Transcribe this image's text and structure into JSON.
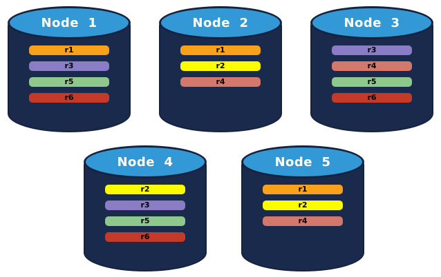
{
  "diagram": {
    "description": "Database nodes with replica distribution",
    "colors": {
      "cylinder_body": "#1A2A4C",
      "cylinder_top": "#3399D6",
      "cylinder_outline": "#15223E",
      "node_label_text": "#FFFFFF",
      "replica_label_text": "#000000"
    },
    "replica_colors": {
      "r1": "#F9A11B",
      "r2": "#FCFC00",
      "r3": "#8A7CC5",
      "r4": "#D4786B",
      "r5": "#8FC88C",
      "r6": "#C43A28"
    },
    "nodes": [
      {
        "label": "Node  1",
        "replicas": [
          "r1",
          "r3",
          "r5",
          "r6"
        ]
      },
      {
        "label": "Node  2",
        "replicas": [
          "r1",
          "r2",
          "r4"
        ]
      },
      {
        "label": "Node  3",
        "replicas": [
          "r3",
          "r4",
          "r5",
          "r6"
        ]
      },
      {
        "label": "Node  4",
        "replicas": [
          "r2",
          "r3",
          "r5",
          "r6"
        ]
      },
      {
        "label": "Node  5",
        "replicas": [
          "r1",
          "r2",
          "r4"
        ]
      }
    ]
  }
}
